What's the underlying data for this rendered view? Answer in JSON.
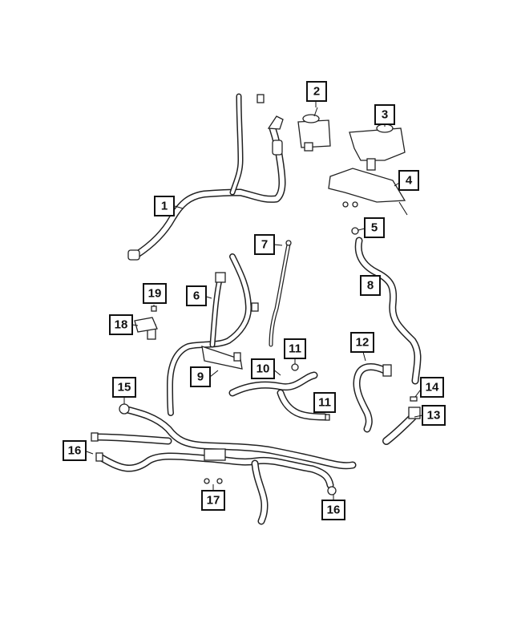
{
  "diagram": {
    "callouts": [
      "1",
      "2",
      "3",
      "4",
      "5",
      "6",
      "7",
      "8",
      "9",
      "10",
      "11",
      "11",
      "12",
      "13",
      "14",
      "15",
      "16",
      "16",
      "17",
      "18",
      "19"
    ]
  }
}
